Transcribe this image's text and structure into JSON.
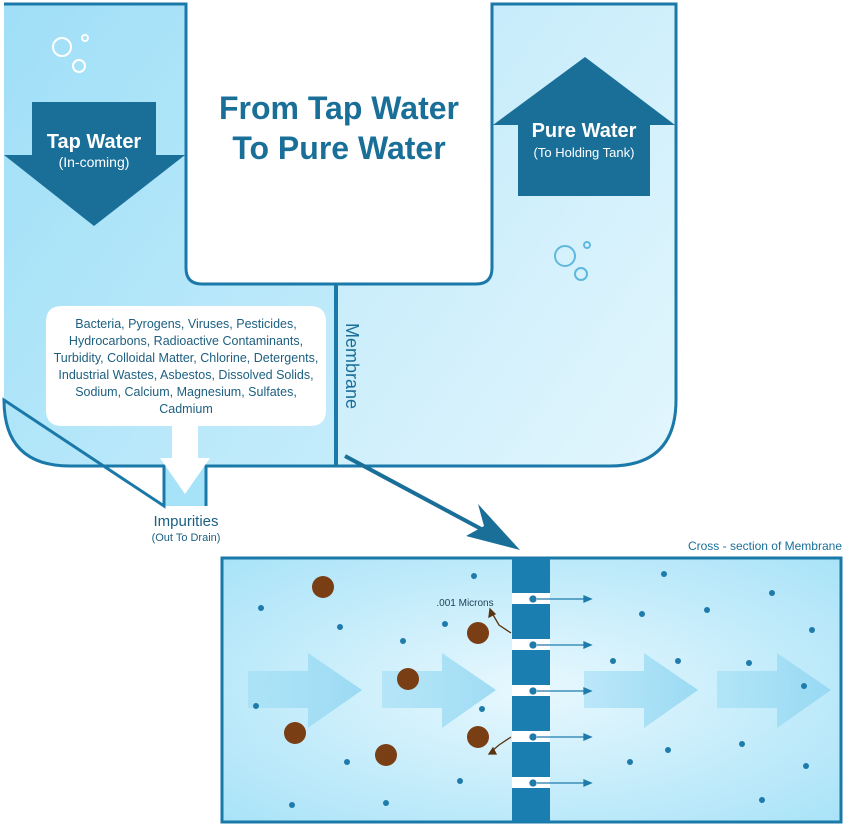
{
  "title": {
    "line1": "From Tap Water",
    "line2": "To Pure Water"
  },
  "inlet": {
    "label": "Tap Water",
    "sublabel": "(In-coming)"
  },
  "outlet": {
    "label": "Pure Water",
    "sublabel": "(To Holding Tank)"
  },
  "membrane_label": "Membrane",
  "contaminants_text": "Bacteria, Pyrogens, Viruses, Pesticides, Hydrocarbons, Radioactive Contaminants, Turbidity, Colloidal Matter, Chlorine, Detergents, Industrial Wastes, Asbestos, Dissolved Solids, Sodium, Calcium, Magnesium, Sulfates, Cadmium",
  "drain": {
    "label": "Impurities",
    "sublabel": "(Out To Drain)"
  },
  "cross_section": {
    "title": "Cross - section of Membrane",
    "pore_label": ".001 Microns"
  },
  "colors": {
    "water_light": "#c8eefb",
    "water_mid": "#a6e2f8",
    "outline": "#1a79a8",
    "arrow_dark": "#1c73a0",
    "text_dark": "#1c5f80",
    "impurity": "#7a3e14",
    "molecule": "#1f7bab"
  }
}
